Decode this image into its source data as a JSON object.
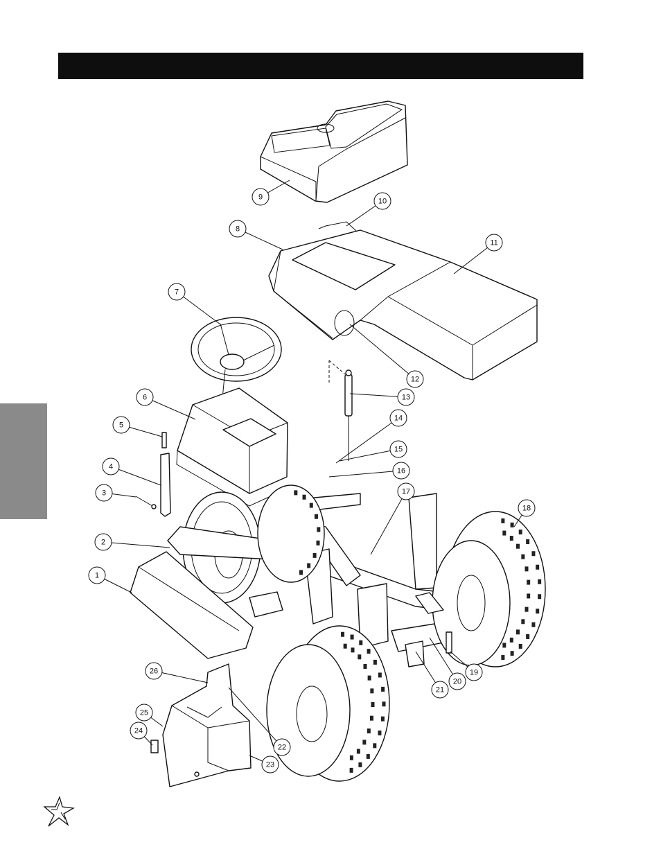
{
  "header": {
    "title": ""
  },
  "callouts": [
    {
      "n": "1"
    },
    {
      "n": "2"
    },
    {
      "n": "3"
    },
    {
      "n": "4"
    },
    {
      "n": "5"
    },
    {
      "n": "6"
    },
    {
      "n": "7"
    },
    {
      "n": "8"
    },
    {
      "n": "9"
    },
    {
      "n": "10"
    },
    {
      "n": "11"
    },
    {
      "n": "12"
    },
    {
      "n": "13"
    },
    {
      "n": "14"
    },
    {
      "n": "15"
    },
    {
      "n": "16"
    },
    {
      "n": "17"
    },
    {
      "n": "18"
    },
    {
      "n": "19"
    },
    {
      "n": "20"
    },
    {
      "n": "21"
    },
    {
      "n": "22"
    },
    {
      "n": "23"
    },
    {
      "n": "24"
    },
    {
      "n": "25"
    },
    {
      "n": "26"
    }
  ],
  "colors": {
    "title_bar": "#0e0e0e",
    "side_tab": "#8a8a8a",
    "line": "#111111"
  },
  "icons": {
    "footer_logo": "star-logo-icon"
  }
}
